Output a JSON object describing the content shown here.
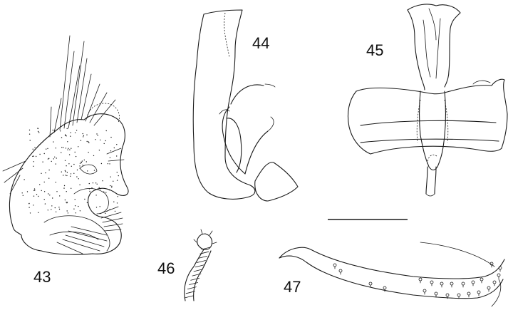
{
  "figures": [
    {
      "id": "fig-43",
      "label": "43"
    },
    {
      "id": "fig-44",
      "label": "44"
    },
    {
      "id": "fig-45",
      "label": "45"
    },
    {
      "id": "fig-46",
      "label": "46"
    },
    {
      "id": "fig-47",
      "label": "47"
    }
  ],
  "scale_bar": {
    "present": true
  },
  "colors": {
    "ink": "#1a1a1a",
    "background": "#ffffff"
  }
}
